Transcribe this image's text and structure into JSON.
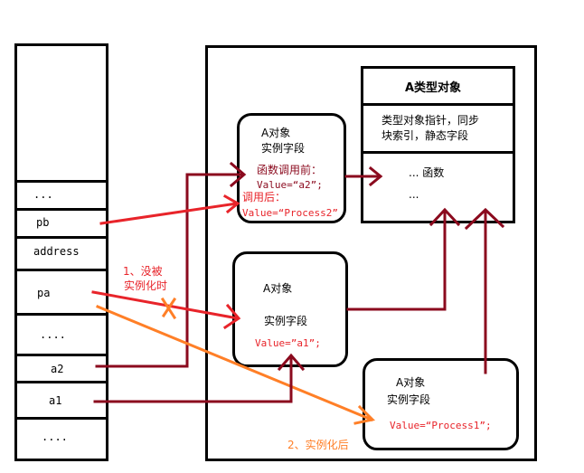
{
  "colors": {
    "dark_red": "#8b0a1e",
    "red": "#e8242a",
    "orange": "#ff7f27",
    "black": "#000000"
  },
  "stack": {
    "slots": [
      {
        "label": "..."
      },
      {
        "label": "pb"
      },
      {
        "label": "address"
      },
      {
        "label": "pa"
      },
      {
        "label": "...."
      },
      {
        "label": "a2"
      },
      {
        "label": "a1"
      },
      {
        "label": "...."
      }
    ]
  },
  "type_object": {
    "title": "A类型对象",
    "header_line1": "类型对象指针，同步",
    "header_line2": "块索引，静态字段",
    "methods_line1": "... 函数",
    "methods_line2": "..."
  },
  "object_a2": {
    "title": "A对象",
    "fields_label": "实例字段",
    "before_label": "函数调用前：",
    "before_value": "Value=“a2”;",
    "after_label": "调用后：",
    "after_value": "Value=“Process2”"
  },
  "object_a1": {
    "title": "A对象",
    "fields_label": "实例字段",
    "value": "Value=”a1”;"
  },
  "object_process1": {
    "title": "A对象",
    "fields_label": "实例字段",
    "value": "Value=“Process1”;"
  },
  "annotations": {
    "not_instantiated_line1": "1、没被",
    "not_instantiated_line2": "实例化时",
    "after_instantiation": "2、实例化后"
  }
}
